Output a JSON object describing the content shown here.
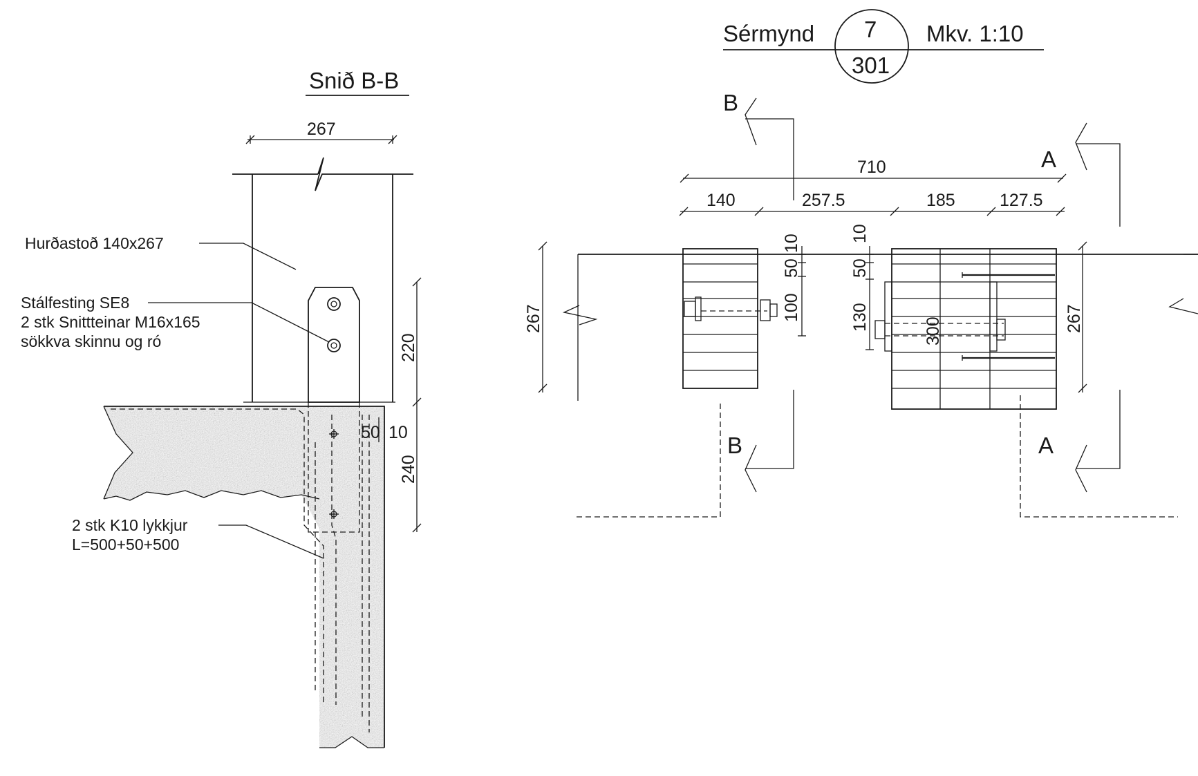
{
  "section_bb": {
    "title": "Snið B-B",
    "dim_width": "267",
    "dim_upper": "220",
    "dim_lower": "240",
    "dim_small_a": "50",
    "dim_small_b": "10",
    "label_post": "Hurðastoð 140x267",
    "label_bracket_1": "Stálfesting SE8",
    "label_bracket_2": "2 stk Snittteinar  M16x165",
    "label_bracket_3": "sökkva skinnu og ró",
    "label_rebar_1": "2 stk K10 lykkjur",
    "label_rebar_2": "L=500+50+500"
  },
  "detail": {
    "title": "Sérmynd",
    "ref_number": "7",
    "ref_sheet": "301",
    "scale": "Mkv. 1:10",
    "dim_total": "710",
    "dim_seg_1": "140",
    "dim_seg_2": "257.5",
    "dim_seg_3": "185",
    "dim_seg_4": "127.5",
    "dim_left_height": "267",
    "dim_right_height": "267",
    "dim_a_10": "10",
    "dim_a_50": "50",
    "dim_a_100": "100",
    "dim_b_10": "10",
    "dim_b_50": "50",
    "dim_b_130": "130",
    "dim_rod": "300",
    "cut_b_top": "B",
    "cut_b_bottom": "B",
    "cut_a_top": "A",
    "cut_a_bottom": "A"
  },
  "colors": {
    "line": "#1a1a1a",
    "concrete": "#8c8c8c",
    "background": "#ffffff"
  }
}
